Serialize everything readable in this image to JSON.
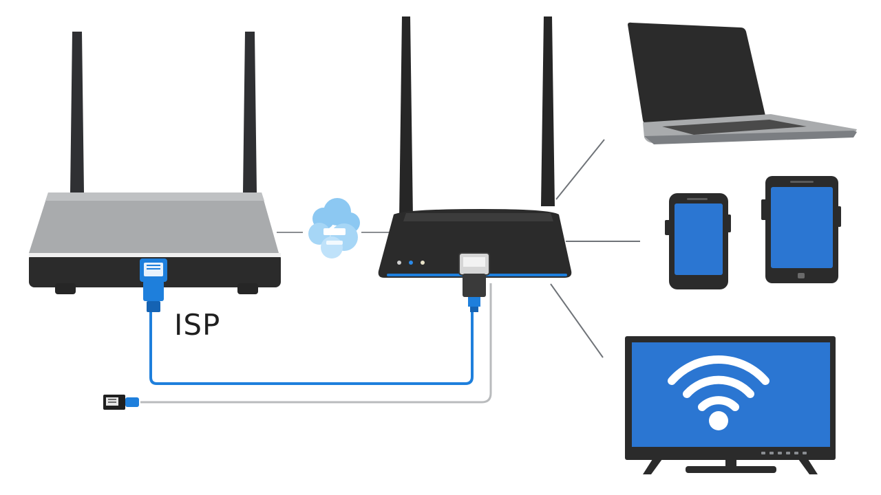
{
  "labels": {
    "isp": "ISP"
  },
  "nodes": [
    {
      "id": "modem",
      "icon": "modem-icon"
    },
    {
      "id": "cloud",
      "icon": "cloud-icon"
    },
    {
      "id": "router",
      "icon": "wifi-router-icon"
    },
    {
      "id": "laptop",
      "icon": "laptop-icon"
    },
    {
      "id": "smartphone",
      "icon": "smartphone-icon"
    },
    {
      "id": "tablet",
      "icon": "tablet-icon"
    },
    {
      "id": "tv",
      "icon": "tv-icon"
    },
    {
      "id": "cable-plug",
      "icon": "ethernet-plug-icon"
    }
  ],
  "colors": {
    "device_dark": "#2b2b2b",
    "device_grey": "#a9abad",
    "screen_blue": "#2b76d2",
    "cable_blue": "#1e7fdc",
    "cable_grey": "#b9bbbd",
    "line_grey": "#6f7378",
    "cloud_blue": "#8cc8f2"
  }
}
